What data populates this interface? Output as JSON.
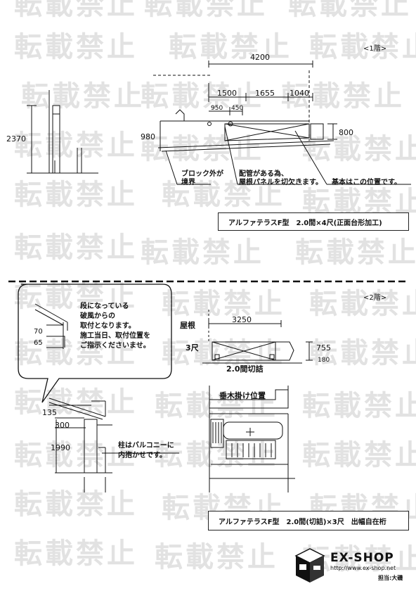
{
  "watermark": {
    "text": "転載禁止",
    "color": "#e2e2e2"
  },
  "floor1": {
    "tag": "<1階>",
    "dims": {
      "total": "4200",
      "seg_a": "1500",
      "seg_b": "1655",
      "seg_c": "1040",
      "sub_a": "950",
      "sub_b": "450",
      "height_left": "2370",
      "height_980": "980",
      "height_800": "800"
    },
    "notes": {
      "block_line1": "ブロック外が",
      "block_line2": "境界",
      "pipe_line1": "配管がある為、",
      "pipe_line2": "屋根パネルを切欠きます。",
      "base": "基本はこの位置です。"
    },
    "caption": "アルファテラスF型　2.0間×4尺(正面台形加工)"
  },
  "floor2": {
    "tag": "<2階>",
    "dims": {
      "width": "3250",
      "height_755": "755",
      "height_180": "180",
      "left_135": "135",
      "left_300": "300",
      "left_1990": "1990",
      "callout_70": "70",
      "callout_65": "65"
    },
    "labels": {
      "roof": "屋根",
      "shaku": "3尺",
      "cut": "2.0間切詰",
      "taruki": "垂木掛け位置"
    },
    "callout_lines": [
      "段になっている",
      "破風からの",
      "取付となります。",
      "施工当日、取付位置を",
      "ご指示くださいませ。"
    ],
    "pillar_note_line1": "柱はバルコニーに",
    "pillar_note_line2": "内抱かせです。",
    "caption": "アルファテラスF型　2.0間(切詰)×3尺　出幅自在桁"
  },
  "logo": {
    "brand": "EX-SHOP",
    "url": "http://www.ex-shop.net",
    "staff": "担当:大磯"
  }
}
